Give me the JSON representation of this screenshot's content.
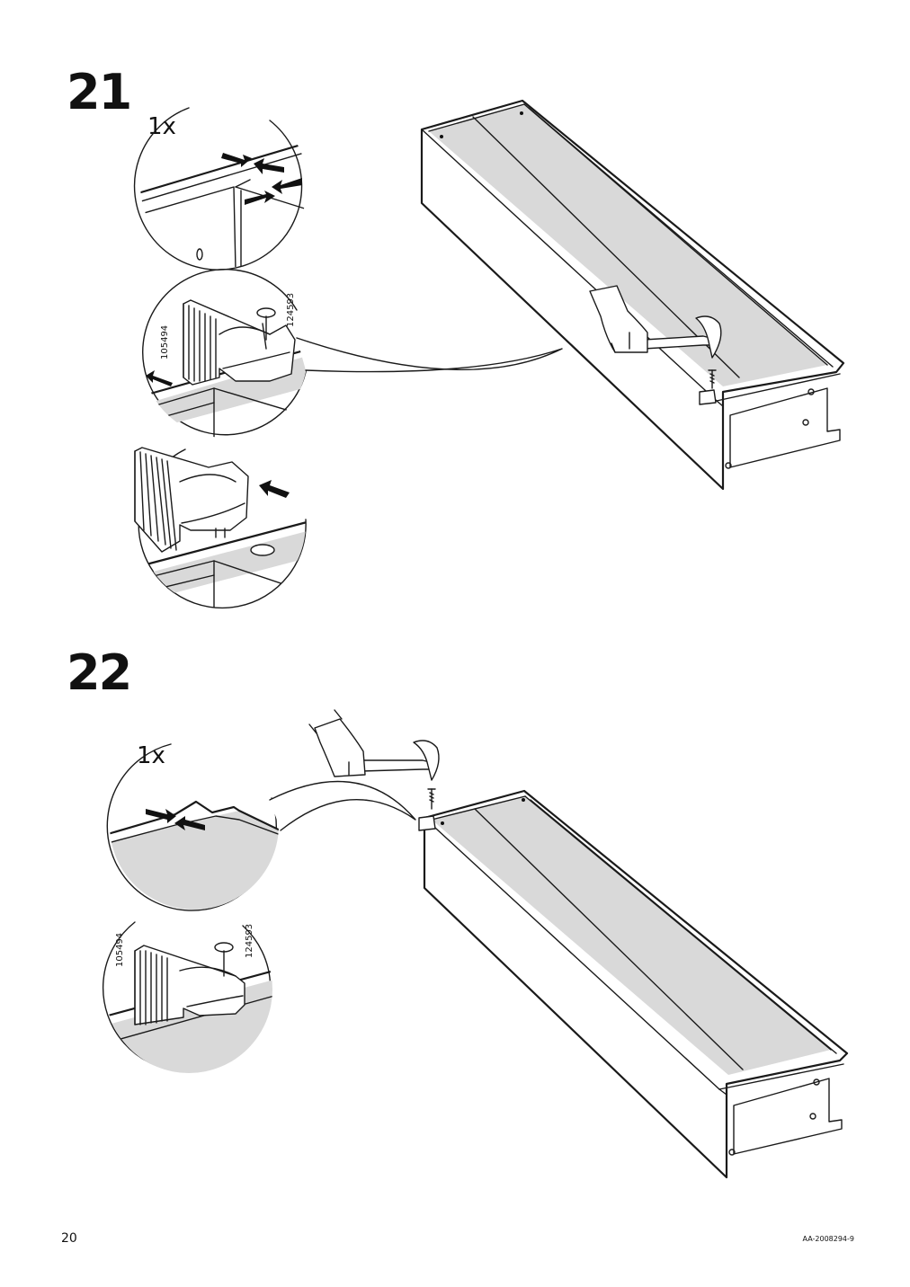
{
  "steps": [
    {
      "number": "21",
      "quantity": "1x",
      "part_a": "124593",
      "part_b": "105494"
    },
    {
      "number": "22",
      "quantity": "1x",
      "part_a": "124593",
      "part_b": "105494"
    }
  ],
  "footer": {
    "page": "20",
    "doc_code": "AA-2008294-9"
  },
  "icons": [
    "arrow-icon",
    "hammer-icon",
    "hand-icon",
    "nail-icon",
    "clip-tool-icon"
  ]
}
